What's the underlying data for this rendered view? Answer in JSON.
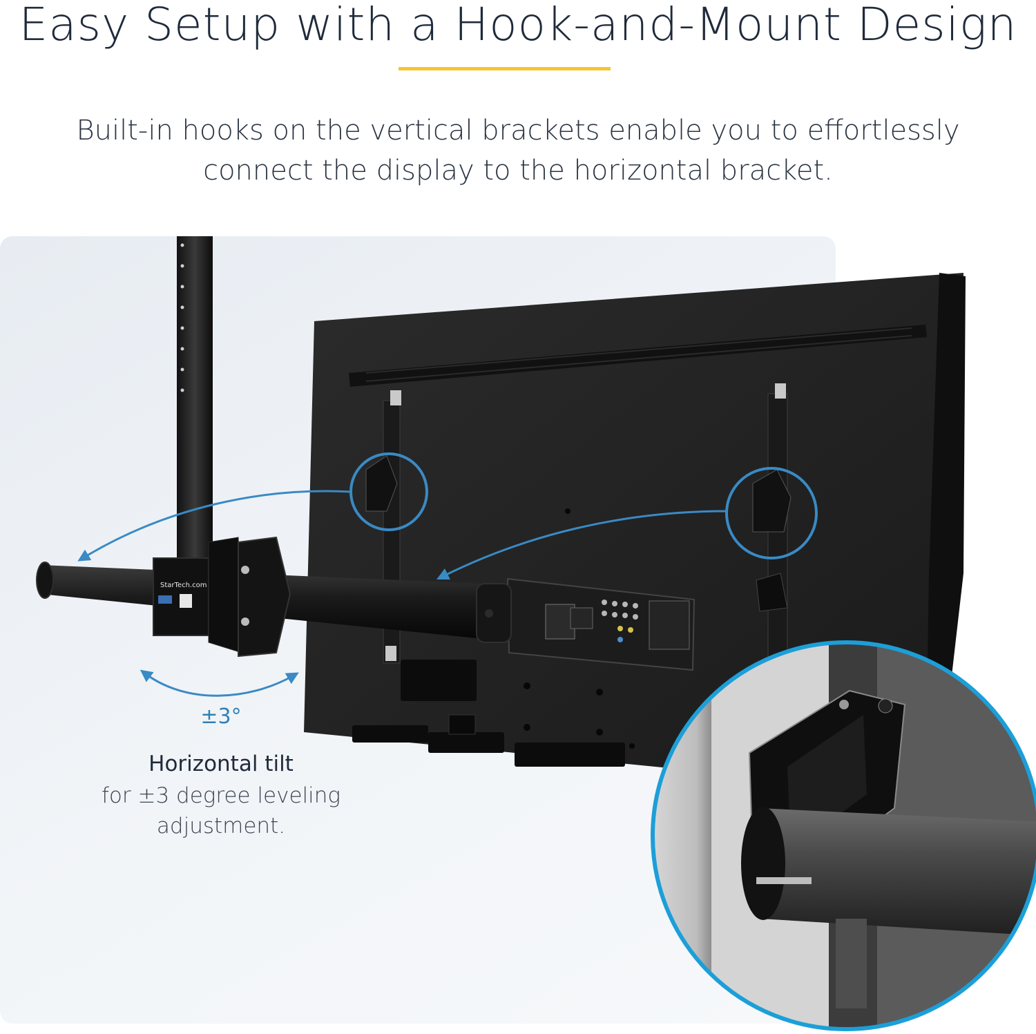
{
  "header": {
    "title": "Easy Setup with a Hook-and-Mount Design",
    "subtitle_line1": "Built-in hooks on the vertical brackets enable you to effortlessly",
    "subtitle_line2": "connect the display to the horizontal bracket."
  },
  "tilt_callout": {
    "value": "±3°",
    "heading": "Horizontal tilt",
    "description_line1": "for ±3 degree leveling",
    "description_line2": "adjustment."
  },
  "product": {
    "brand_label": "StarTech.com"
  },
  "colors": {
    "accent_rule": "#f5c531",
    "callout_blue": "#2f80b8",
    "heading_text": "#1f2a3a",
    "panel_background": "#eef2f6"
  },
  "icons": [
    "rotate-arrow-icon",
    "detail-magnifier-circle"
  ]
}
